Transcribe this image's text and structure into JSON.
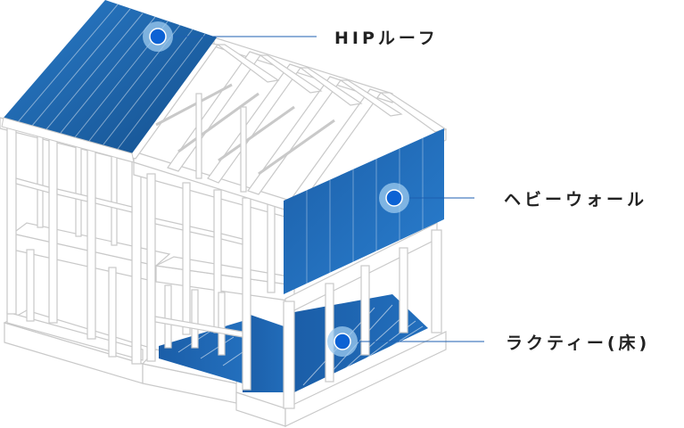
{
  "labels": {
    "roof": "HIPルーフ",
    "wall": "ヘビーウォール",
    "floor": "ラクティー(床)"
  },
  "colors": {
    "panel_blue": "#1f6bb5",
    "panel_blue_dark": "#14508e",
    "frame_fill": "#ffffff",
    "frame_stroke": "#c9c9c9",
    "marker": "#0c62d4",
    "marker_halo": "#9ecbef",
    "leader_line": "#1d5fb0",
    "label_text": "#222222"
  }
}
